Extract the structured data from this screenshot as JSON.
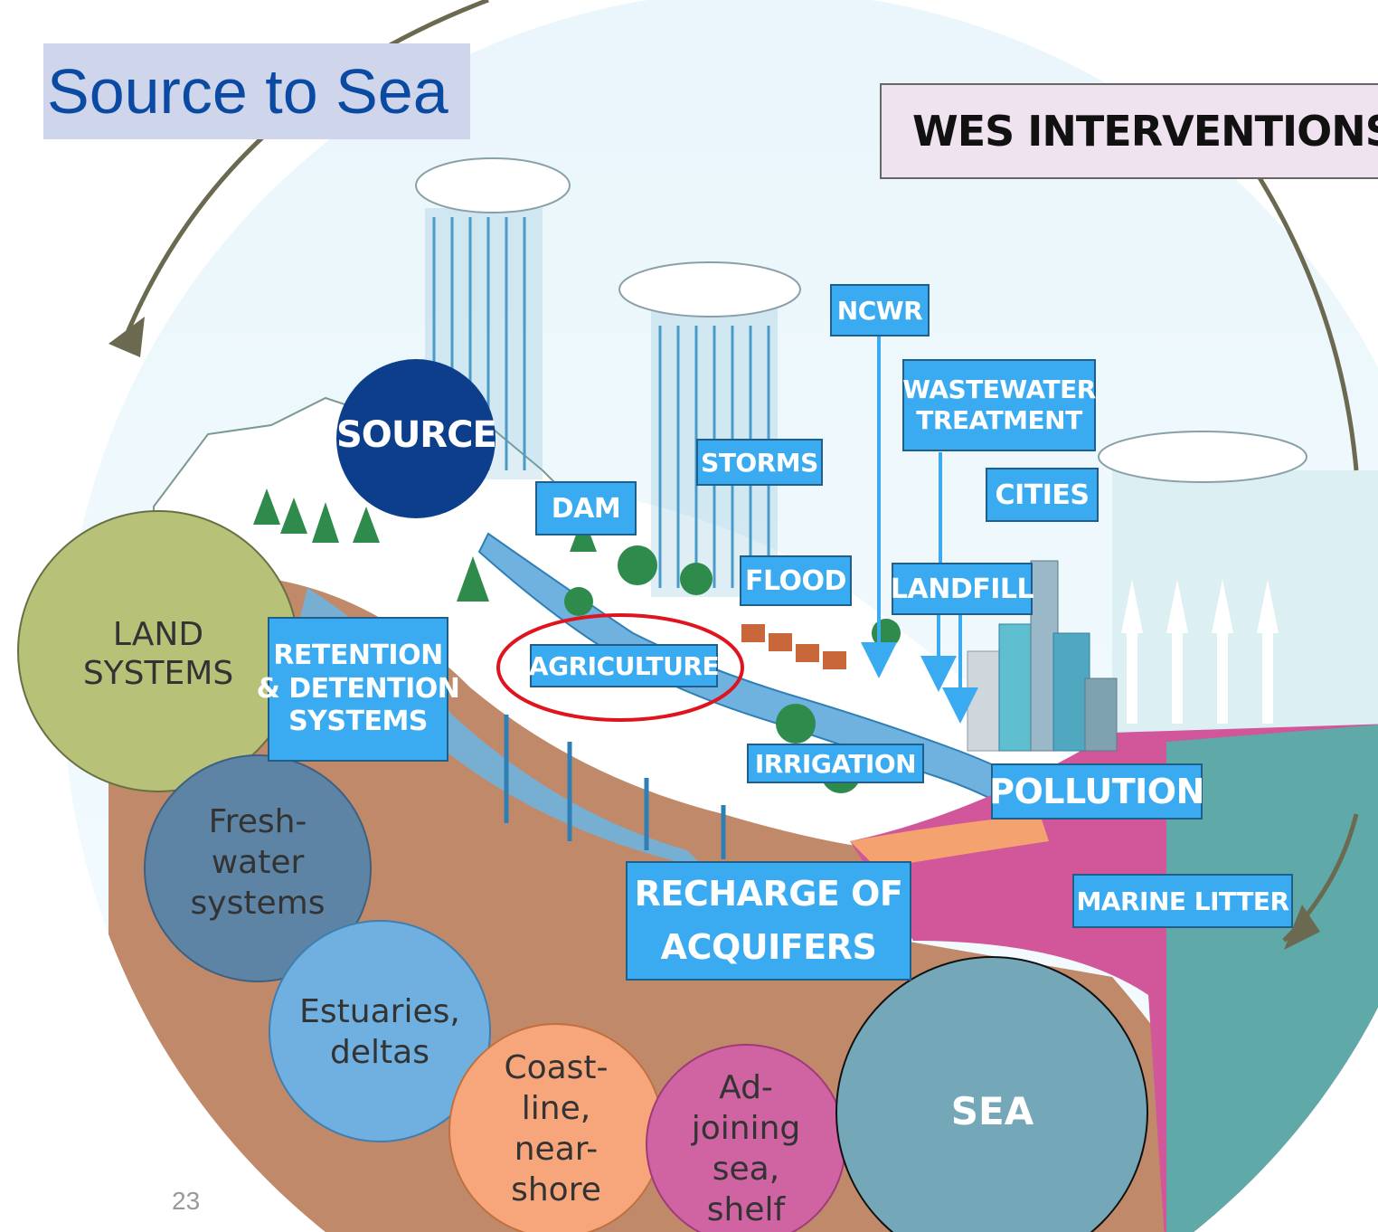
{
  "slide": {
    "title": "Source to Sea",
    "page_number": "23"
  },
  "legend_box": {
    "title": "WES INTERVENTIONS"
  },
  "nodes": {
    "source": "SOURCE",
    "land": "LAND\nSYSTEMS",
    "freshwater": "Fresh-\nwater\nsystems",
    "estuaries": "Estuaries,\ndeltas",
    "coastline": "Coast-\nline,\nnear-\nshore",
    "adjoining": "Ad-\njoining\nsea,\nshelf",
    "sea": "SEA"
  },
  "interventions": {
    "ncwr": "NCWR",
    "wastewater_1": "WASTEWATER",
    "wastewater_2": "TREATMENT",
    "storms": "STORMS",
    "cities": "CITIES",
    "dam": "DAM",
    "flood": "FLOOD",
    "landfill": "LANDFILL",
    "retention_1": "RETENTION",
    "retention_2": "& DETENTION",
    "retention_3": "SYSTEMS",
    "agriculture": "AGRICULTURE",
    "irrigation": "IRRIGATION",
    "pollution": "POLLUTION",
    "recharge_1": "RECHARGE OF",
    "recharge_2": "ACQUIFERS",
    "marine_litter": "MARINE LITTER"
  },
  "highlight": {
    "target": "AGRICULTURE",
    "color": "#e0141e"
  },
  "colors": {
    "label_fill": "#3aabf0",
    "title_text": "#0b4aa2",
    "title_bg": "#cfd5ea",
    "sky": "#e6f4fb",
    "earth": "#c08a6a",
    "river": "#6fb2df",
    "sea_pink": "#d2569a",
    "sea_teal": "#5fa9a8"
  }
}
